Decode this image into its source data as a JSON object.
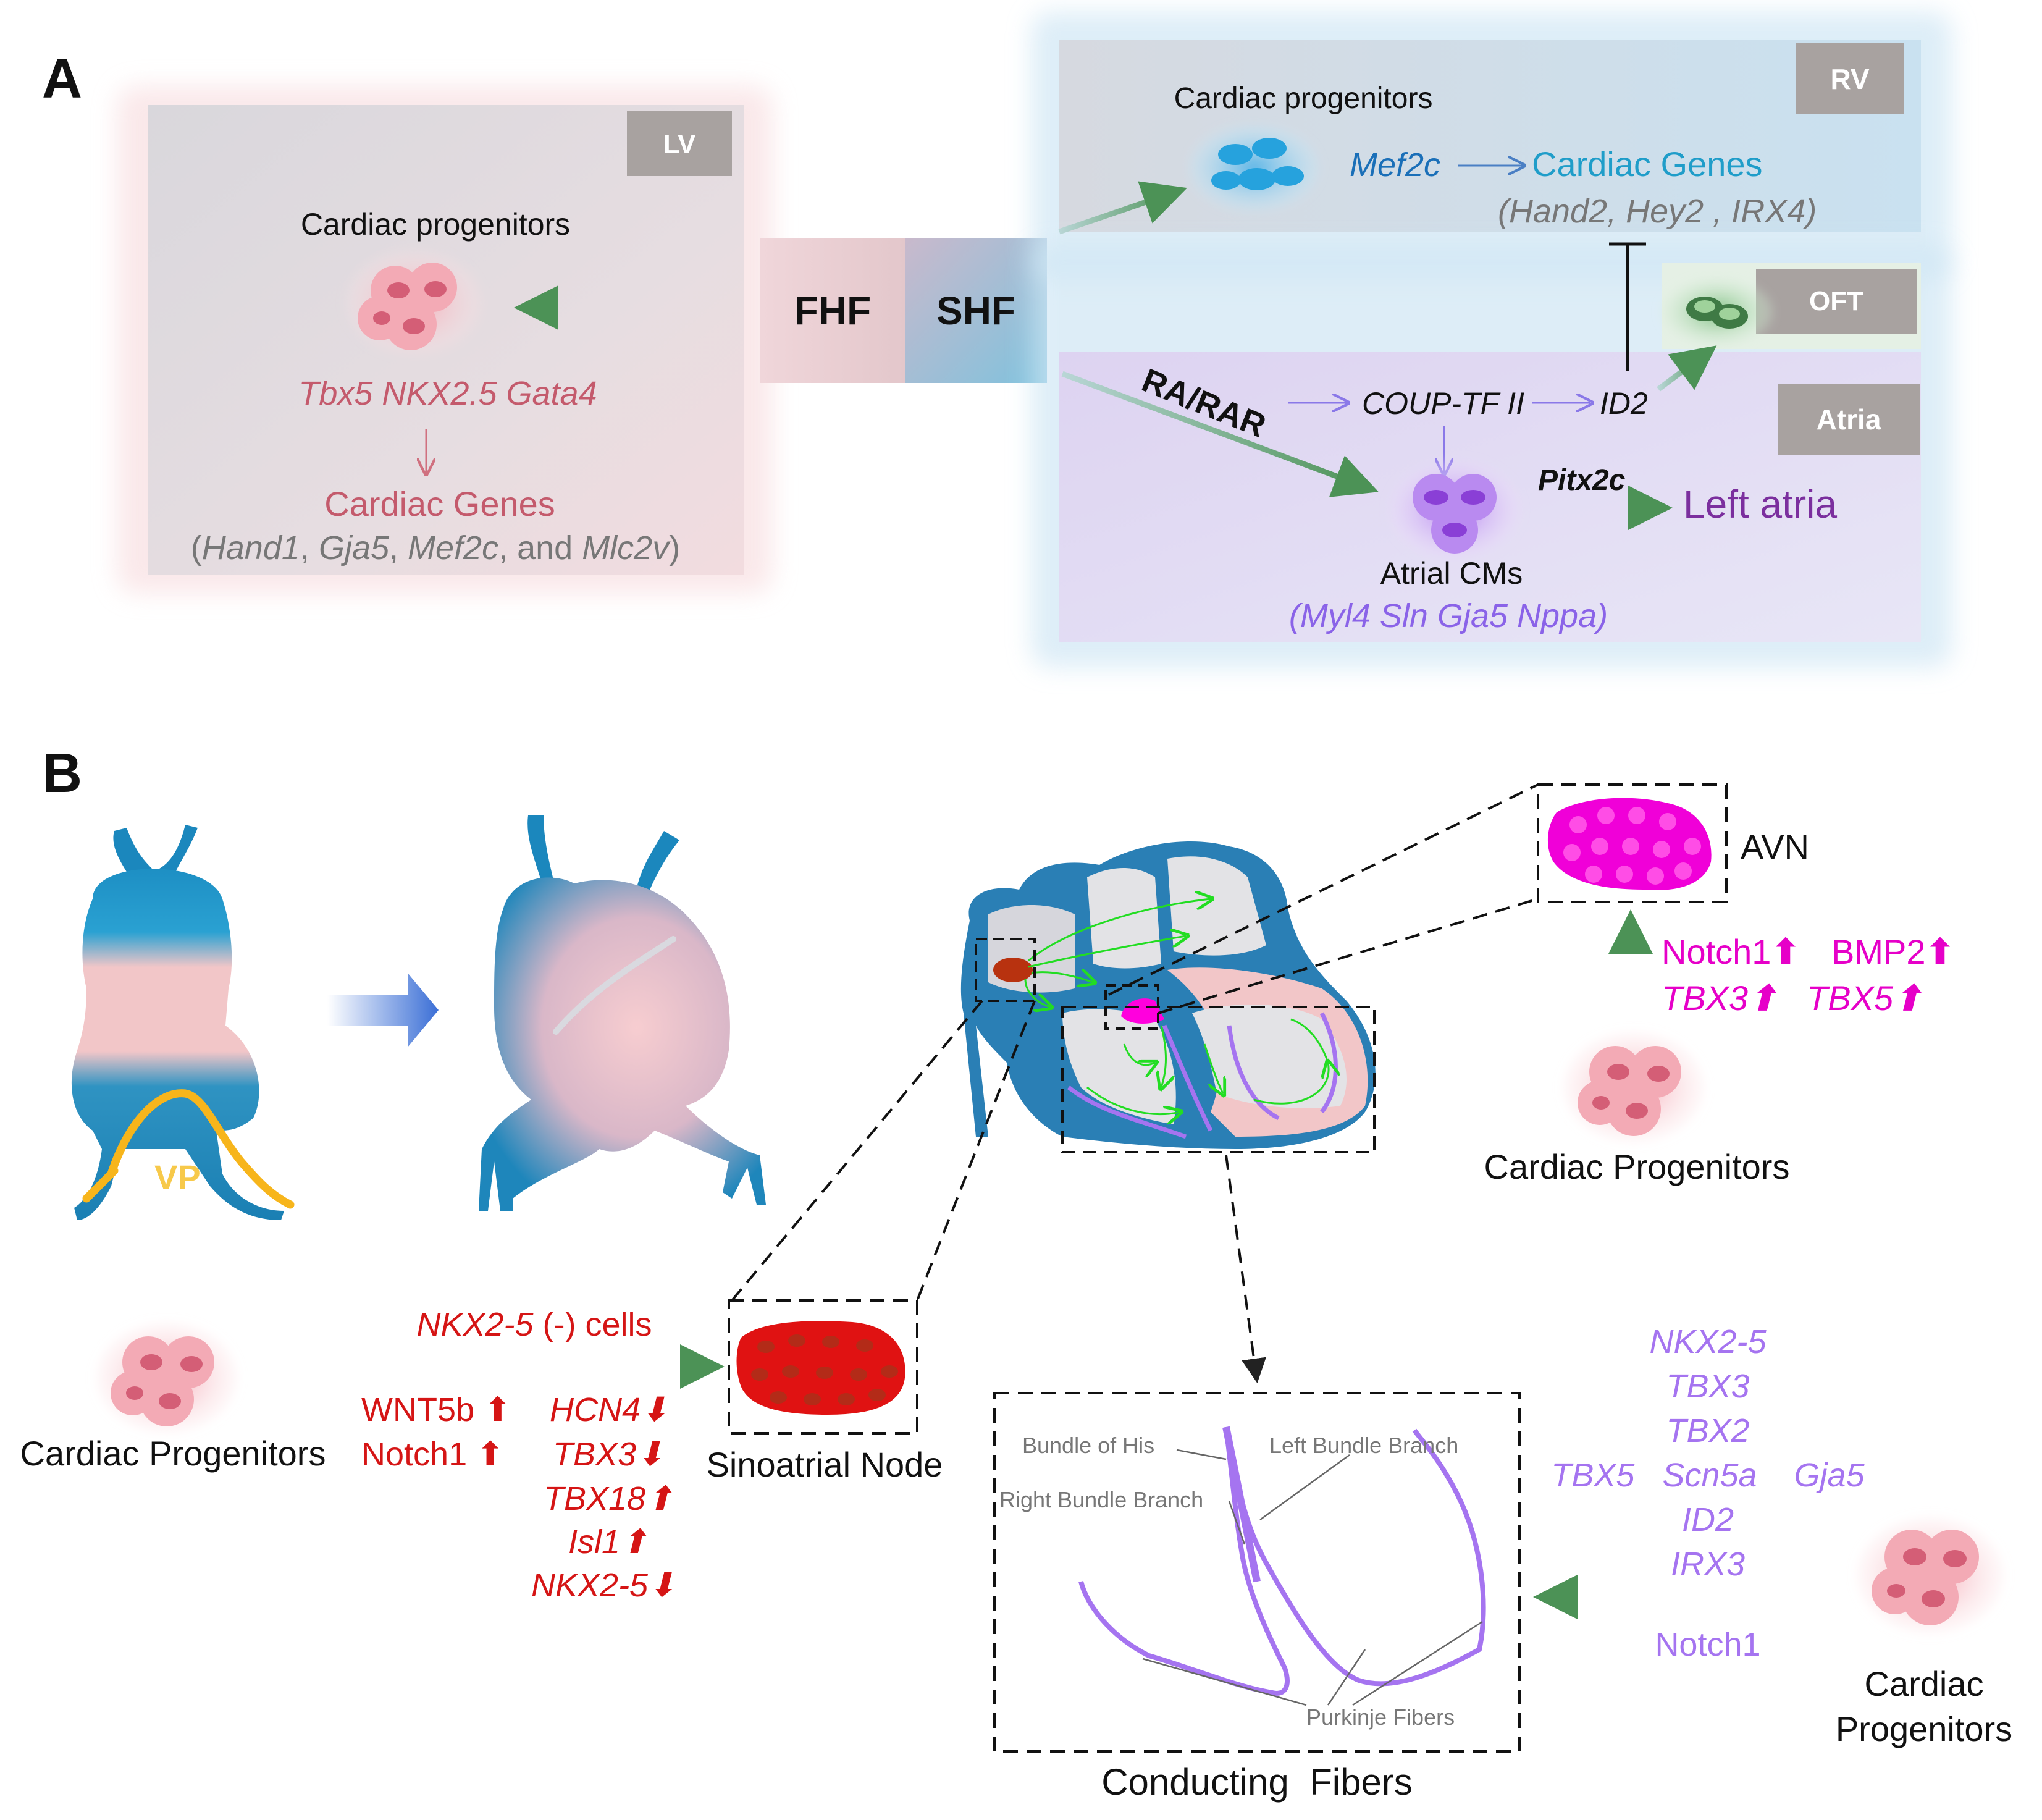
{
  "panel_a": {
    "label": "A",
    "lv_box": {
      "tag": "LV",
      "progenitors": "Cardiac progenitors",
      "tfs": "Tbx5 NKX2.5 Gata4",
      "genes_title": "Cardiac Genes",
      "genes_open": "(",
      "genes_list": [
        "Hand1",
        "Gja5",
        "Mef2c",
        "Mlc2v"
      ],
      "genes_sep": ", ",
      "genes_and": ", and ",
      "genes_close": ")"
    },
    "fhf": "FHF",
    "shf": "SHF",
    "rv_box": {
      "tag": "RV",
      "progenitors": "Cardiac progenitors",
      "tf": "Mef2c",
      "genes_title": "Cardiac Genes",
      "genes_line": "(Hand2, Hey2 , IRX4)"
    },
    "oft_tag": "OFT",
    "atria_box": {
      "tag": "Atria",
      "ra_rar": "RA/RAR",
      "coup": "COUP-TF II",
      "id2": "ID2",
      "pitx": "Pitx2c",
      "left_atria": "Left atria",
      "cms": "Atrial CMs",
      "markers": "(Myl4 Sln Gja5  Nppa)"
    }
  },
  "panel_b": {
    "label": "B",
    "vp": "VP",
    "avn": "AVN",
    "avn_factors": {
      "line1_a": "Notch1",
      "line1_b": "BMP2",
      "line2_a": "TBX3",
      "line2_b": "TBX5",
      "arrow": "⬆"
    },
    "progenitors_right": "Cardiac Progenitors",
    "san": {
      "cells": "NKX2-5 (-) cells",
      "cells_gene": "NKX2-5",
      "cells_rest": " (-) cells",
      "left": [
        "WNT5b ⬆",
        "Notch1 ⬆"
      ],
      "right": [
        "HCN4⬇",
        "TBX3⬇",
        "TBX18⬆",
        "Isl1⬆",
        "NKX2-5⬇"
      ],
      "node": "Sinoatrial Node",
      "progenitors": "Cardiac Progenitors"
    },
    "cf": {
      "bundle_his": "Bundle of His",
      "left_bb": "Left Bundle Branch",
      "right_bb": "Right Bundle Branch",
      "purkinje": "Purkinje Fibers",
      "title": "Conducting  Fibers",
      "factors": [
        "NKX2-5",
        "TBX3",
        "TBX2",
        "TBX5   Scn5a    Gja5",
        "ID2",
        "IRX3"
      ],
      "notch": "Notch1",
      "progenitors_l1": "Cardiac",
      "progenitors_l2": "Progenitors"
    }
  },
  "colors": {
    "lv": "#c45a6c",
    "rv": "#1f9dc9",
    "atria": "#8a63e8",
    "avn": "#e600c8",
    "san": "#d51515",
    "arrow_green": "#5f9a6e",
    "tag_bg": "#a8a2a0"
  }
}
